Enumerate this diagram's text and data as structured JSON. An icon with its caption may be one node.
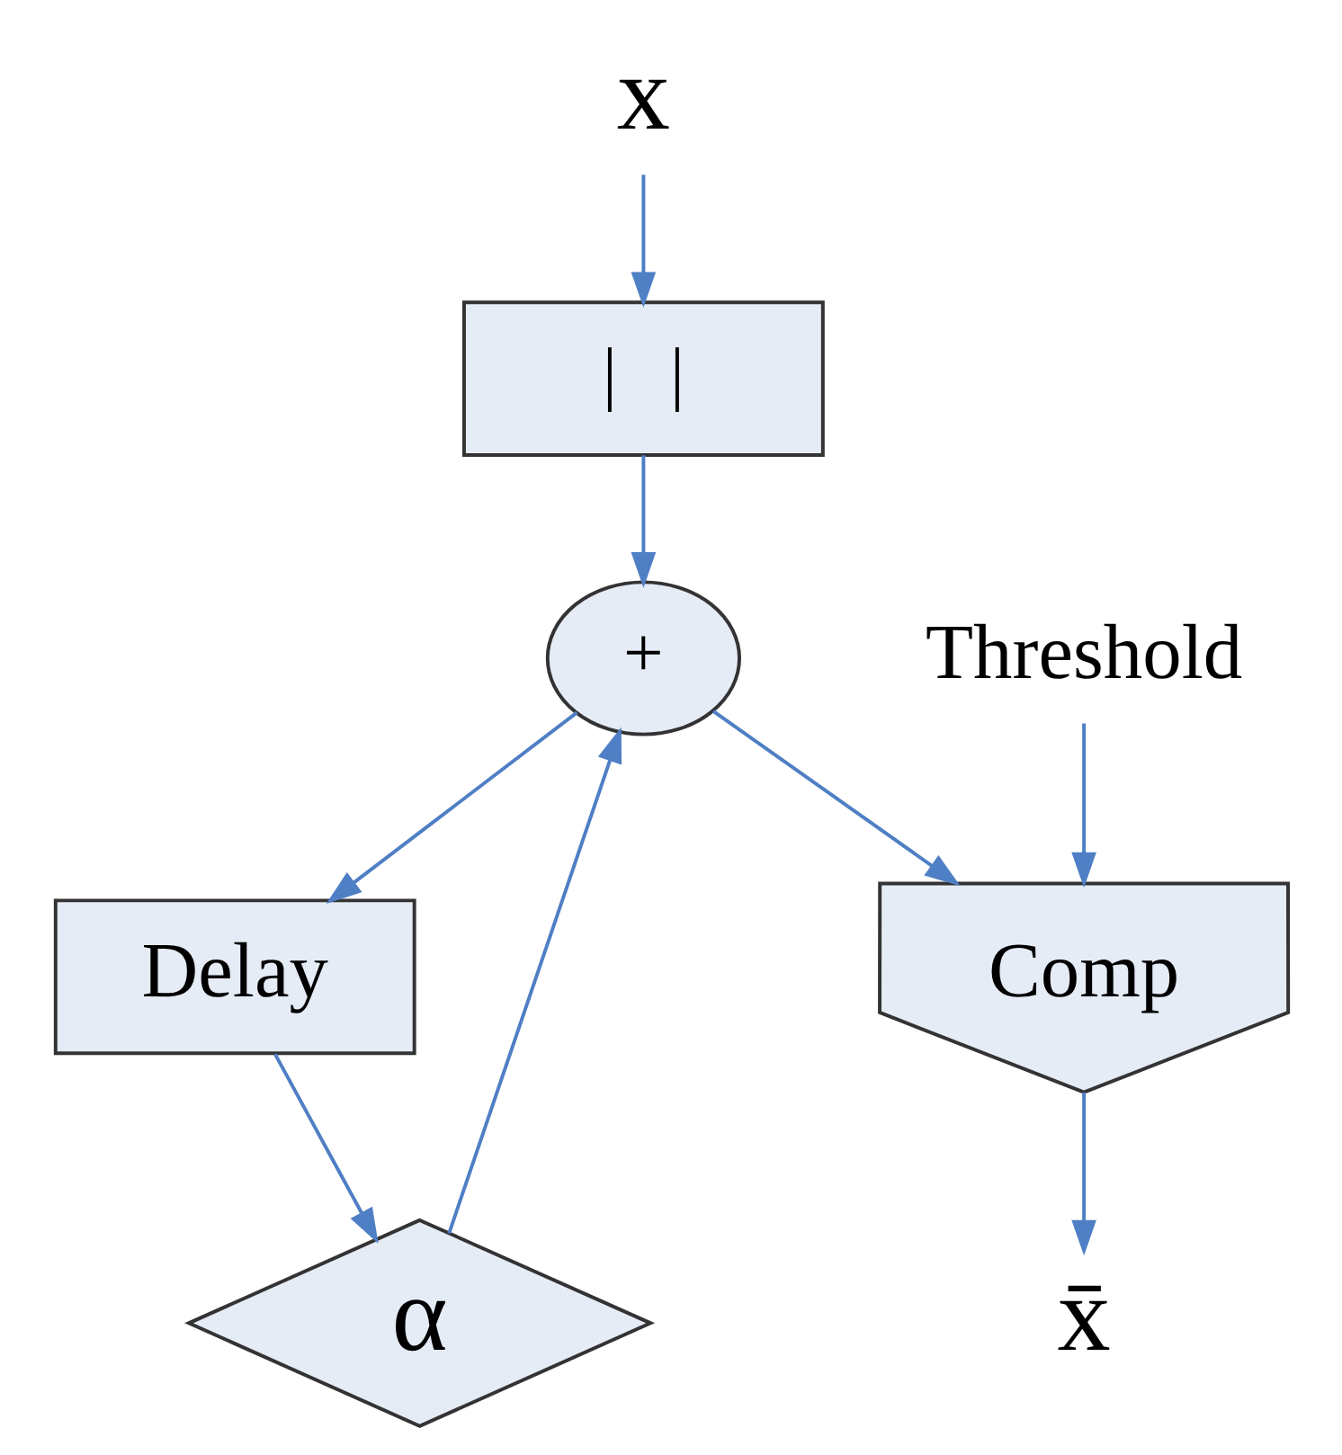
{
  "diagram": {
    "nodes": [
      {
        "text": [
          "x"
        ]
      },
      {
        "text": [
          "|   |"
        ]
      },
      {
        "text": [
          "+"
        ]
      },
      {
        "text": [
          "α"
        ]
      },
      {
        "text": [
          "Delay"
        ]
      },
      {
        "text": [
          "Threshold"
        ]
      },
      {
        "text": [
          "Comp"
        ]
      },
      {
        "text": [
          "x̄"
        ]
      }
    ],
    "edges": [
      {
        "from": 0,
        "to": 1,
        "arrow": "to"
      },
      {
        "from": 1,
        "to": 2,
        "arrow": "to"
      },
      {
        "from": 3,
        "to": 2,
        "arrow": "to"
      },
      {
        "from": 4,
        "to": 3,
        "arrow": "to"
      },
      {
        "from": 2,
        "to": 4,
        "arrow": "to"
      },
      {
        "from": 2,
        "to": 6,
        "arrow": "to"
      },
      {
        "from": 5,
        "to": 6,
        "arrow": "to"
      },
      {
        "from": 6,
        "to": 7,
        "arrow": "to"
      }
    ]
  }
}
